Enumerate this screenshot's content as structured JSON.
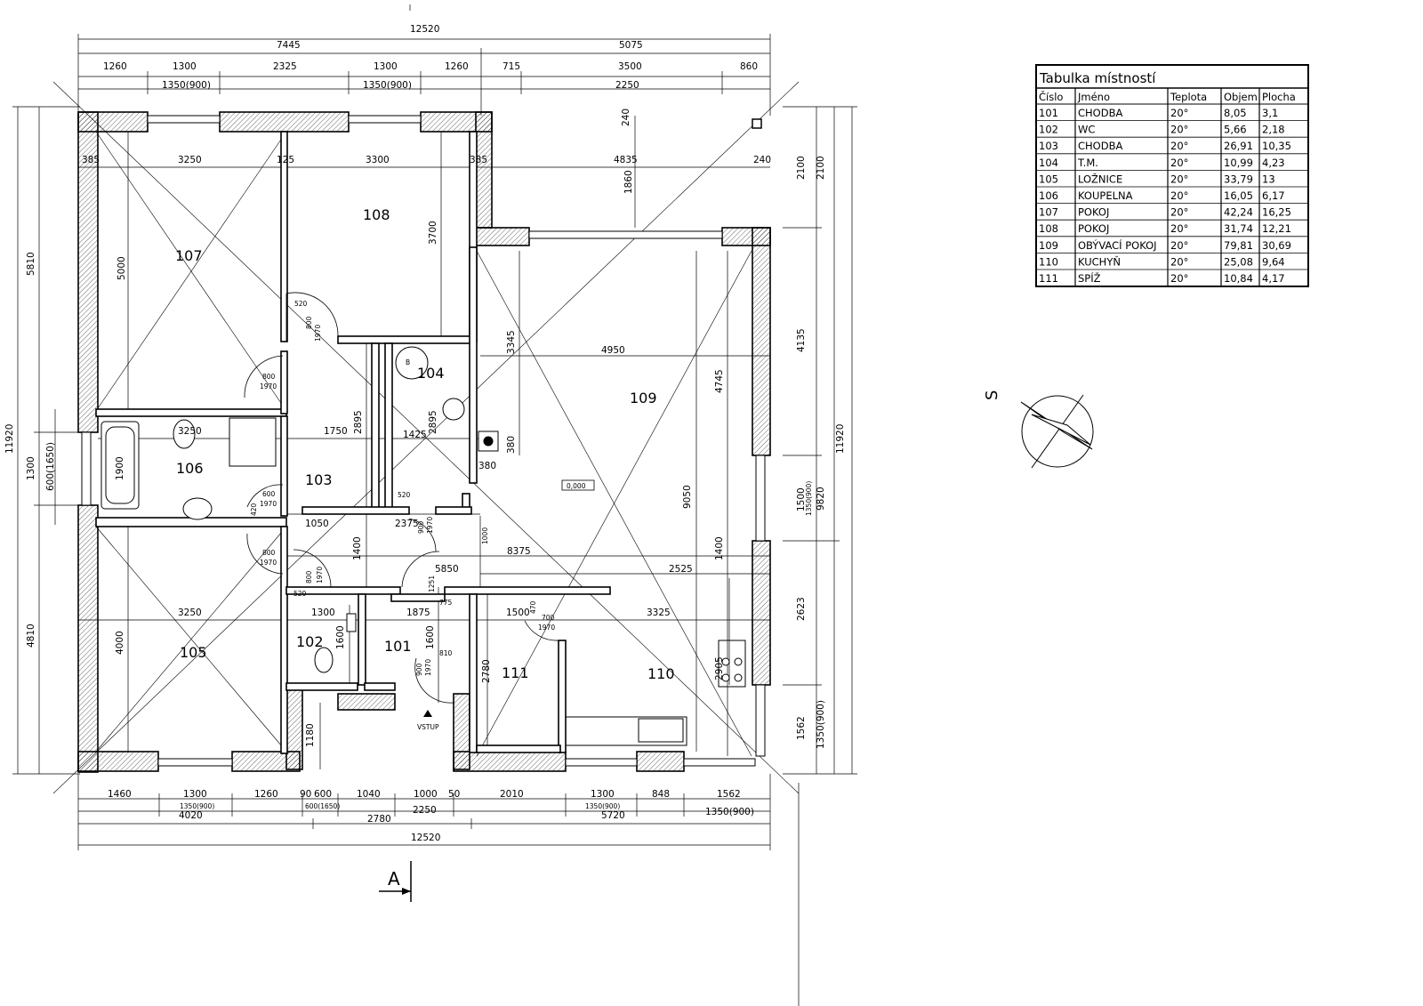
{
  "plan": {
    "overall_width": "12520",
    "overall_depth": "11920",
    "top_dims_row1": [
      "7445",
      "5075"
    ],
    "top_dims_row2": [
      "1260",
      "1300",
      "2325",
      "1300",
      "1260",
      "715",
      "3500",
      "860"
    ],
    "top_dims_windows": [
      "1350(900)",
      "1350(900)",
      "2250"
    ],
    "bottom_dims_row1": [
      "1460",
      "1300",
      "1260",
      "90",
      "600",
      "1040",
      "1000",
      "50",
      "2010",
      "1300",
      "848",
      "1562"
    ],
    "bottom_dims_windows": [
      "1350(900)",
      "600(1650)",
      "1350(900)"
    ],
    "bottom_dims_row2": [
      "4020",
      "2780",
      "2250",
      "5720",
      "1350(900)"
    ],
    "bottom_total": "12520",
    "left_dims": [
      "5810",
      "1300",
      "600(1650)",
      "4810",
      "11920"
    ],
    "right_dims": [
      "2100",
      "2100",
      "4135",
      "1500",
      "1350(900)",
      "9820",
      "2623",
      "1562",
      "1350(900)",
      "11920"
    ],
    "interior_dims": [
      "3250",
      "3300",
      "4835",
      "240",
      "240",
      "385",
      "125",
      "385",
      "5000",
      "3700",
      "1860",
      "3345",
      "4950",
      "4745",
      "1750",
      "1425",
      "2895",
      "2895",
      "380",
      "380",
      "9050",
      "1050",
      "2375",
      "8375",
      "5850",
      "2525",
      "1400",
      "1400",
      "1300",
      "1875",
      "1500",
      "3325",
      "4000",
      "1600",
      "1600",
      "2780",
      "2905",
      "1180",
      "1000",
      "1900",
      "3250",
      "3250"
    ],
    "door_labels": [
      "800",
      "1970",
      "520",
      "600",
      "420",
      "900",
      "700",
      "810",
      "470",
      "775",
      "1251"
    ],
    "rooms": [
      {
        "id": "101"
      },
      {
        "id": "102"
      },
      {
        "id": "103"
      },
      {
        "id": "104"
      },
      {
        "id": "105"
      },
      {
        "id": "106"
      },
      {
        "id": "107"
      },
      {
        "id": "108"
      },
      {
        "id": "109"
      },
      {
        "id": "110"
      },
      {
        "id": "111"
      }
    ],
    "level_mark": "0,000",
    "entrance_label": "VSTUP",
    "boiler_mark": "B",
    "section_mark": "A"
  },
  "compass": {
    "north_label": "S"
  },
  "room_table": {
    "title": "Tabulka místností",
    "headers": [
      "Číslo",
      "Jméno",
      "Teplota",
      "Objem",
      "Plocha"
    ],
    "rows": [
      [
        "101",
        "CHODBA",
        "20°",
        "8,05",
        "3,1"
      ],
      [
        "102",
        "WC",
        "20°",
        "5,66",
        "2,18"
      ],
      [
        "103",
        "CHODBA",
        "20°",
        "26,91",
        "10,35"
      ],
      [
        "104",
        "T.M.",
        "20°",
        "10,99",
        "4,23"
      ],
      [
        "105",
        "LOŽNICE",
        "20°",
        "33,79",
        "13"
      ],
      [
        "106",
        "KOUPELNA",
        "20°",
        "16,05",
        "6,17"
      ],
      [
        "107",
        "POKOJ",
        "20°",
        "42,24",
        "16,25"
      ],
      [
        "108",
        "POKOJ",
        "20°",
        "31,74",
        "12,21"
      ],
      [
        "109",
        "OBÝVACÍ POKOJ",
        "20°",
        "79,81",
        "30,69"
      ],
      [
        "110",
        "KUCHYŇ",
        "20°",
        "25,08",
        "9,64"
      ],
      [
        "111",
        "SPÍŽ",
        "20°",
        "10,84",
        "4,17"
      ]
    ]
  }
}
